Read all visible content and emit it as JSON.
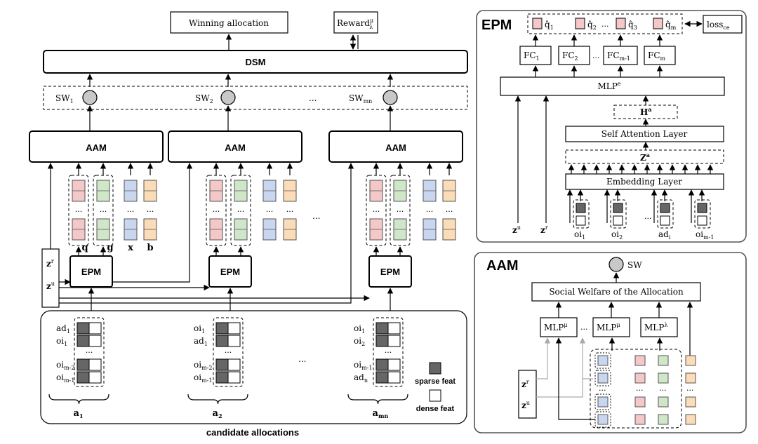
{
  "left": {
    "top_output": "Winning allocation",
    "reward": "Reward",
    "reward_sup": "μ",
    "reward_sub": "λ",
    "dsm": "DSM",
    "sw_labels": [
      "SW",
      "SW",
      "SW"
    ],
    "sw_subs": [
      "1",
      "2",
      "mn"
    ],
    "ellipsis": "...",
    "aam": "AAM",
    "epm": "EPM",
    "feat_labels": [
      "q",
      "g",
      "x",
      "b"
    ],
    "zr": "z",
    "zr_sup": "r",
    "zu": "z",
    "zu_sup": "u",
    "alloc_rows": [
      {
        "items": [
          [
            "ad",
            "1"
          ],
          [
            "oi",
            "1"
          ],
          [
            "oi",
            "m-2"
          ],
          [
            "oi",
            "m-1"
          ]
        ]
      },
      {
        "items": [
          [
            "oi",
            "1"
          ],
          [
            "ad",
            "1"
          ],
          [
            "oi",
            "m-2"
          ],
          [
            "oi",
            "m-1"
          ]
        ]
      },
      {
        "items": [
          [
            "oi",
            "1"
          ],
          [
            "oi",
            "2"
          ],
          [
            "oi",
            "m-1"
          ],
          [
            "ad",
            "n"
          ]
        ]
      }
    ],
    "alloc_names": [
      [
        "a",
        "1"
      ],
      [
        "a",
        "2"
      ],
      [
        "a",
        "mn"
      ]
    ],
    "legend_sparse": "sparse feat",
    "legend_dense": "dense feat",
    "caption": "candidate allocations"
  },
  "epm_panel": {
    "title": "EPM",
    "q_labels": [
      [
        "q̂",
        "1"
      ],
      [
        "q̂",
        "2"
      ],
      [
        "q̂",
        "3"
      ],
      [
        "q̂",
        "m"
      ]
    ],
    "loss": "loss",
    "loss_sub": "ce",
    "fc_labels": [
      [
        "FC",
        "1"
      ],
      [
        "FC",
        "2"
      ],
      [
        "FC",
        "m-1"
      ],
      [
        "FC",
        "m"
      ]
    ],
    "mlp_e": "MLP",
    "mlp_e_sup": "e",
    "ha": "H",
    "ha_sup": "a",
    "self_attn": "Self Attention Layer",
    "za": "Z",
    "za_sup": "a",
    "embedding": "Embedding Layer",
    "zu": "z",
    "zu_sup": "u",
    "zr": "z",
    "zr_sup": "r",
    "items": [
      [
        "oi",
        "1"
      ],
      [
        "oi",
        "2"
      ],
      [
        "ad",
        "i"
      ],
      [
        "oi",
        "m-1"
      ]
    ]
  },
  "aam_panel": {
    "title": "AAM",
    "sw": "SW",
    "social_welfare": "Social Welfare of the Allocation",
    "mlps": [
      [
        "MLP",
        "μ"
      ],
      [
        "MLP",
        "μ"
      ],
      [
        "MLP",
        "λ"
      ]
    ],
    "zr": "z",
    "zr_sup": "r",
    "zu": "z",
    "zu_sup": "u"
  },
  "colors": {
    "pink": "#f4c7c8",
    "green": "#cfe6c9",
    "blue": "#c9d6ef",
    "orange": "#fbdcb8",
    "sparse": "#666666",
    "circle": "#c8c8c8"
  }
}
